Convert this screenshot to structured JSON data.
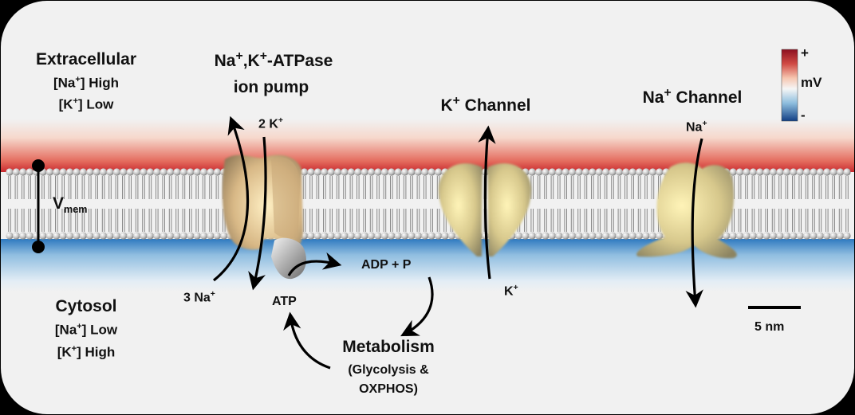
{
  "extracellular": {
    "title": "Extracellular",
    "na_pre": "[Na",
    "na_sup": "+",
    "na_post": "] High",
    "k_pre": "[K",
    "k_sup": "+",
    "k_post": "] Low"
  },
  "cytosol": {
    "title": "Cytosol",
    "na_pre": "[Na",
    "na_sup": "+",
    "na_post": "] Low",
    "k_pre": "[K",
    "k_sup": "+",
    "k_post": "] High"
  },
  "pump": {
    "l1_a": "Na",
    "l1_sup1": "+",
    "l1_b": ",K",
    "l1_sup2": "+",
    "l1_c": "-ATPase",
    "line2": "ion pump",
    "k_in_pre": "2 K",
    "k_in_sup": "+",
    "na_out_pre": "3 Na",
    "na_out_sup": "+",
    "atp": "ATP",
    "adp": "ADP + P"
  },
  "metabolism": {
    "title": "Metabolism",
    "sub1": "(Glycolysis &",
    "sub2": "OXPHOS)"
  },
  "k_channel": {
    "name_pre": "K",
    "name_sup": "+",
    "name_post": " Channel",
    "ion_pre": "K",
    "ion_sup": "+"
  },
  "na_channel": {
    "name_pre": "Na",
    "name_sup": "+",
    "name_post": " Channel",
    "ion_pre": "Na",
    "ion_sup": "+"
  },
  "vmem": {
    "main": "V",
    "sub": "mem"
  },
  "scale_bar": {
    "label": "5 nm"
  },
  "color_scale": {
    "plus": "+",
    "unit": "mV",
    "minus": "-"
  },
  "colors": {
    "positive": "#c0242b",
    "negative": "#2469ad",
    "background": "#f1f1f1",
    "protein": "#cfc28c"
  }
}
